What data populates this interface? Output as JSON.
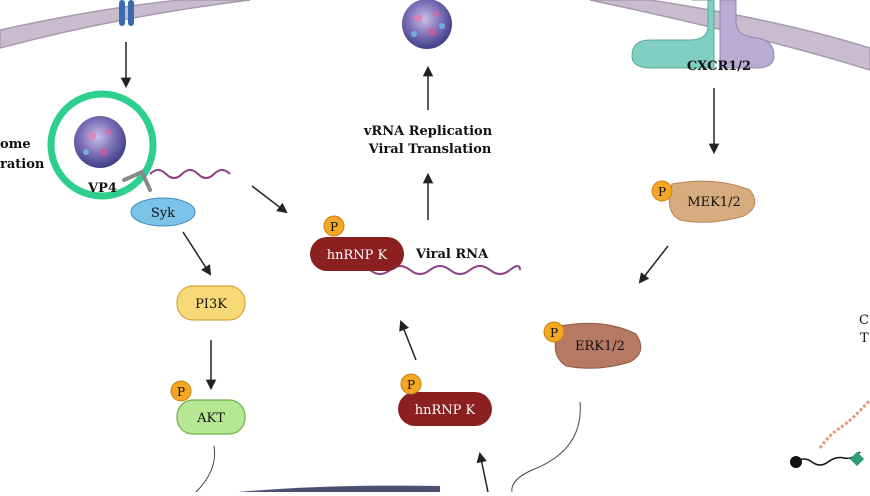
{
  "labels": {
    "cxcr": "CXCR1/2",
    "vrna_line1": "vRNA Replication",
    "vrna_line2": "Viral Translation",
    "endosome_line1": "ome",
    "endosome_line2": "ration",
    "vp4": "VP4",
    "syk": "Syk",
    "pi3k": "PI3K",
    "akt": "AKT",
    "mek": "MEK1/2",
    "erk": "ERK1/2",
    "hnrnp_upper": "hnRNP K",
    "hnrnp_lower": "hnRNP K",
    "viral_rna": "Viral  RNA",
    "phospho": "P",
    "right_edge_1": "C",
    "right_edge_2": "T"
  },
  "colors": {
    "membrane": "#c9bccf",
    "membrane_edge": "#a999b0",
    "endosome_ring": "#2ecf8e",
    "syk": "#7cc3ea",
    "pi3k": "#f8d977",
    "akt": "#b6e894",
    "mek": "#d7ab7e",
    "erk": "#b57a61",
    "hnrnp": "#8c1f1f",
    "phospho": "#f5a623",
    "rna": "#8e3e86",
    "receptor_left": "#7fcfc2",
    "receptor_right": "#b9acd3"
  }
}
